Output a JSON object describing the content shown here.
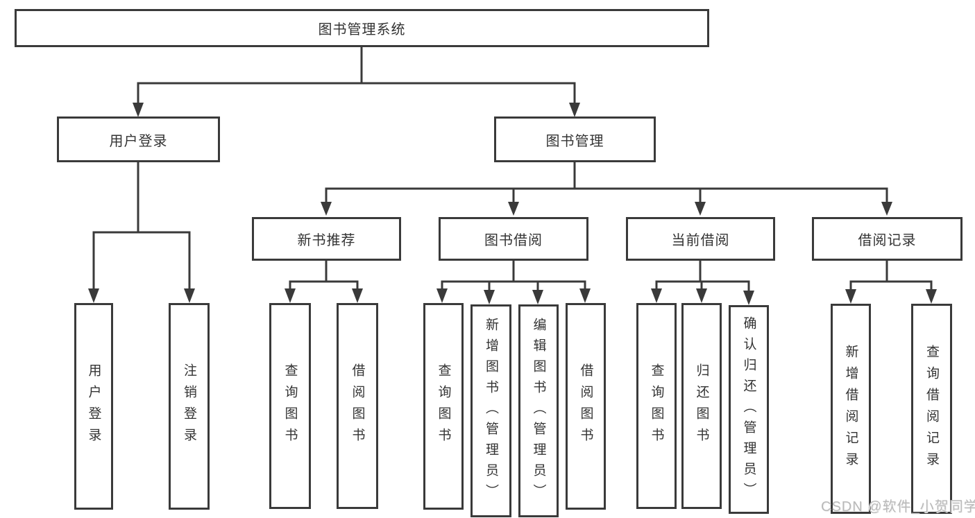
{
  "root": {
    "label": "图书管理系统"
  },
  "level2": {
    "user_login": {
      "label": "用户登录"
    },
    "book_mgmt": {
      "label": "图书管理"
    }
  },
  "level3": {
    "new_books": {
      "label": "新书推荐"
    },
    "book_borrow": {
      "label": "图书借阅"
    },
    "current_borrow": {
      "label": "当前借阅"
    },
    "borrow_records": {
      "label": "借阅记录"
    }
  },
  "leaves": {
    "user_login": [
      "用户登录",
      "注销登录"
    ],
    "new_books": [
      "查询图书",
      "借阅图书"
    ],
    "book_borrow": [
      "查询图书",
      "新增图书（管理员）",
      "编辑图书（管理员）",
      "借阅图书"
    ],
    "current_borrow": [
      "查询图书",
      "归还图书",
      "确认归还（管理员）"
    ],
    "borrow_records": [
      "新增借阅记录",
      "查询借阅记录"
    ]
  },
  "watermark": {
    "text": "CSDN @软件_小贺同学"
  },
  "colors": {
    "line": "#3a3a3a",
    "box_border": "#3a3a3a",
    "box_fill": "#ffffff",
    "text": "#333333",
    "watermark": "#b9b9b9",
    "background": "#ffffff"
  }
}
